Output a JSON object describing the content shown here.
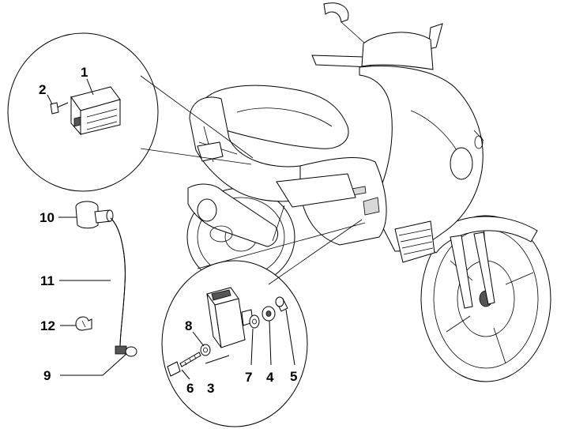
{
  "callouts": {
    "c1": "1",
    "c2": "2",
    "c3": "3",
    "c4": "4",
    "c5": "5",
    "c6": "6",
    "c7": "7",
    "c8": "8",
    "c9": "9",
    "c10": "10",
    "c11": "11",
    "c12": "12"
  },
  "colors": {
    "line": "#000000",
    "background": "#ffffff",
    "shade": "#d8d8d8"
  }
}
